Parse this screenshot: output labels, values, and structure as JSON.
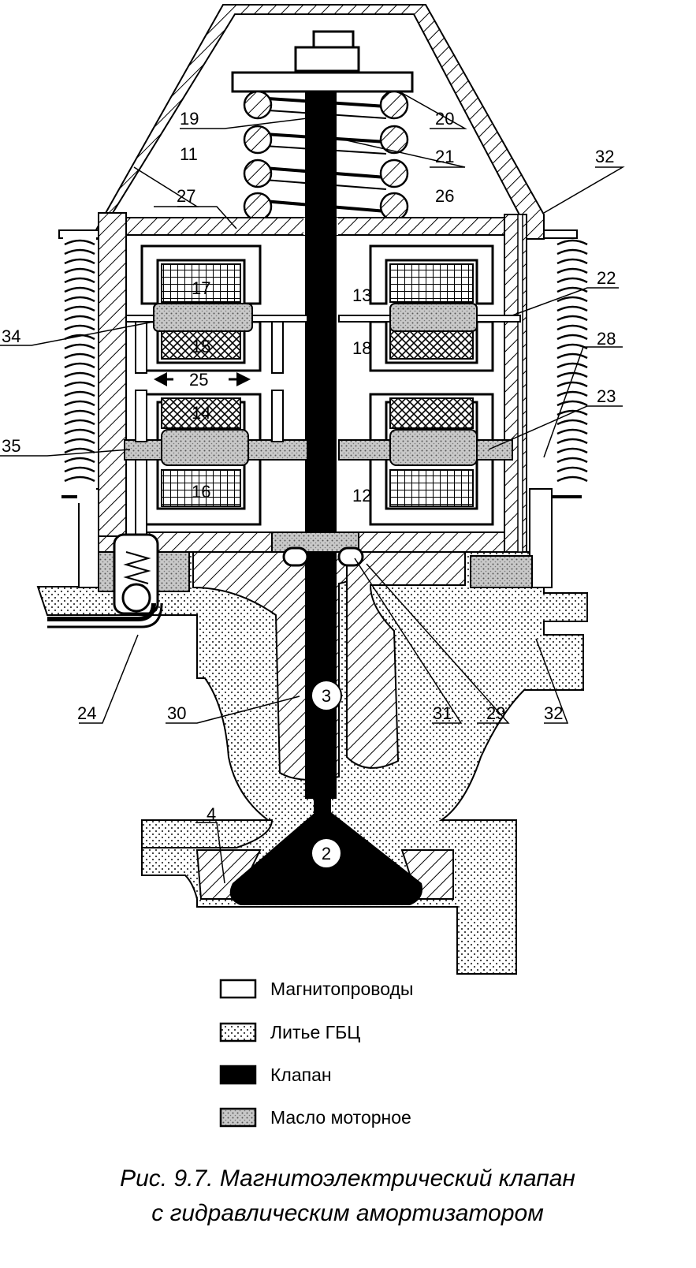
{
  "labels": {
    "l2": "2",
    "l3": "3",
    "l4": "4",
    "l11": "11",
    "l12": "12",
    "l13": "13",
    "l14": "14",
    "l15": "15",
    "l16": "16",
    "l17": "17",
    "l18": "18",
    "l19": "19",
    "l20": "20",
    "l21": "21",
    "l22": "22",
    "l23": "23",
    "l24": "24",
    "l25": "25",
    "l26": "26",
    "l27": "27",
    "l28": "28",
    "l29": "29",
    "l30": "30",
    "l31": "31",
    "l32a": "32",
    "l32b": "32",
    "l34": "34",
    "l35": "35"
  },
  "legend": {
    "magnet_cores": "Магнитопроводы",
    "cylinder_head_casting": "Литье ГБЦ",
    "valve": "Клапан",
    "engine_oil": "Масло моторное"
  },
  "caption": {
    "line1": "Рис. 9.7. Магнитоэлектрический клапан",
    "line2": "с гидравлическим амортизатором"
  },
  "colors": {
    "ink": "#000000",
    "paper": "#ffffff",
    "casting_dot": "#333333",
    "oil_fill": "#bdbdbd"
  }
}
